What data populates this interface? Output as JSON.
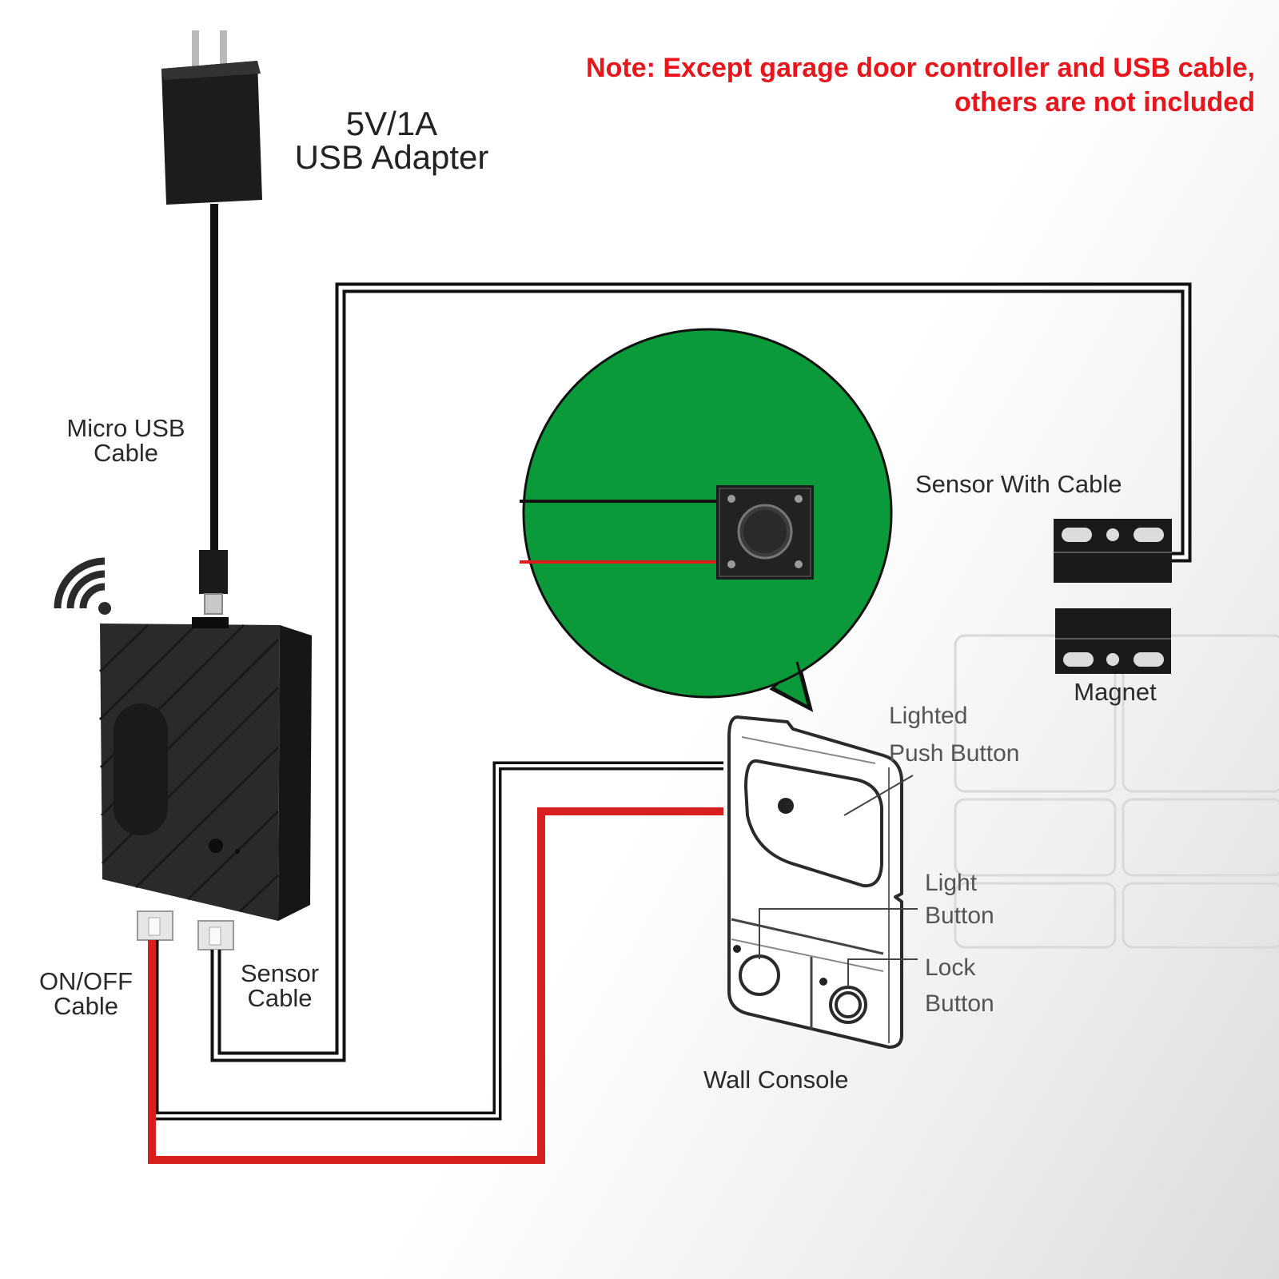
{
  "note": {
    "line1": "Note:  Except garage door controller and USB cable,",
    "line2": "others are not included",
    "color": "#e8151b"
  },
  "labels": {
    "adapter_line1": "5V/1A",
    "adapter_line2": "USB Adapter",
    "micro_usb_line1": "Micro USB",
    "micro_usb_line2": "Cable",
    "onoff_line1": "ON/OFF",
    "onoff_line2": "Cable",
    "sensor_cable_line1": "Sensor",
    "sensor_cable_line2": "Cable",
    "sensor_with_cable": "Sensor With Cable",
    "magnet": "Magnet",
    "lighted_line1": "Lighted",
    "lighted_line2": "Push Button",
    "light_line1": "Light",
    "light_line2": "Button",
    "lock_line1": "Lock",
    "lock_line2": "Button",
    "wall_console": "Wall  Console"
  },
  "icons": [
    "usb-adapter-icon",
    "wifi-icon",
    "controller-icon",
    "push-switch-icon",
    "sensor-icon",
    "magnet-icon",
    "wall-console-icon"
  ],
  "colors": {
    "wire_black": "#111111",
    "wire_red": "#d71f1f",
    "bubble_green": "#0a9a39"
  }
}
